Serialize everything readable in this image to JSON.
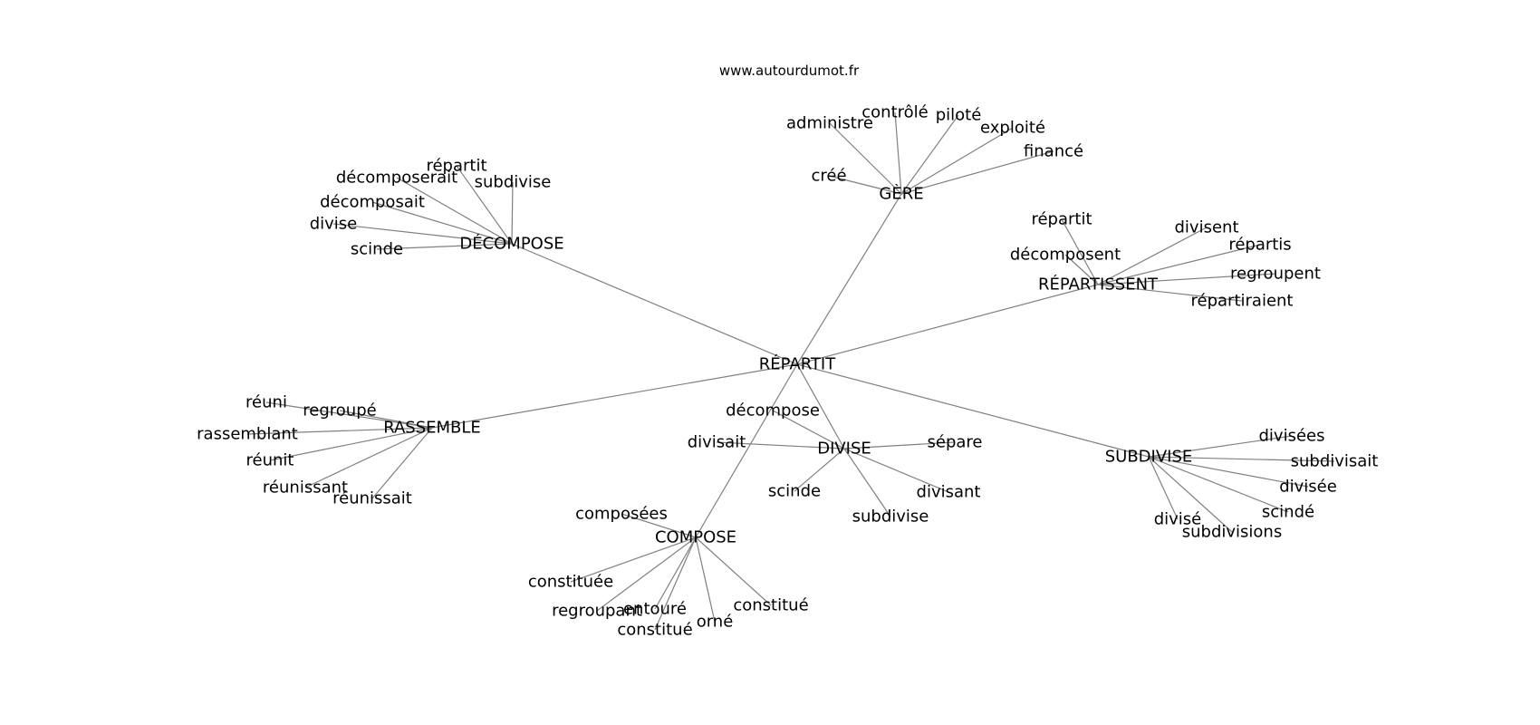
{
  "watermark": "www.autourdumot.fr",
  "graph": {
    "root": "RÉPARTIT",
    "clusters": [
      {
        "hub": "GÈRE",
        "words": [
          "administre",
          "contrôlé",
          "piloté",
          "exploité",
          "financé",
          "créé"
        ]
      },
      {
        "hub": "DÉCOMPOSE",
        "words": [
          "répartit",
          "décomposerait",
          "subdivise",
          "décomposait",
          "divise",
          "scinde"
        ]
      },
      {
        "hub": "RÉPARTISSENT",
        "words": [
          "répartit",
          "divisent",
          "répartis",
          "décomposent",
          "regroupent",
          "répartiraient"
        ]
      },
      {
        "hub": "RASSEMBLE",
        "words": [
          "réuni",
          "regroupé",
          "rassemblant",
          "réunit",
          "réunissant",
          "réunissait"
        ]
      },
      {
        "hub": "DIVISE",
        "words": [
          "décompose",
          "divisait",
          "sépare",
          "scinde",
          "divisant",
          "subdivise"
        ]
      },
      {
        "hub": "SUBDIVISE",
        "words": [
          "divisées",
          "subdivisait",
          "divisée",
          "scindé",
          "divisé",
          "subdivisions"
        ]
      },
      {
        "hub": "COMPOSE",
        "words": [
          "composées",
          "constituée",
          "regroupant",
          "entouré",
          "constitué",
          "orné",
          "constitué"
        ]
      }
    ]
  }
}
